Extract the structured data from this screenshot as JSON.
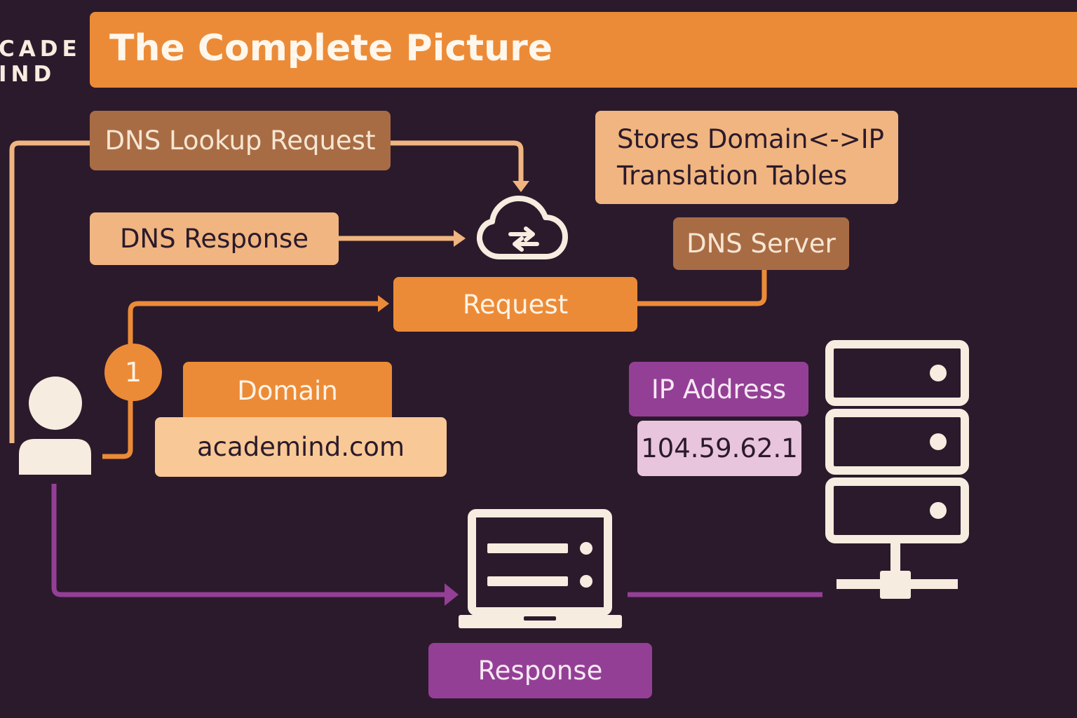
{
  "logo": {
    "line1": "CADE",
    "line2": "IND"
  },
  "header": {
    "title": "The Complete Picture"
  },
  "labels": {
    "dns_lookup_request": "DNS Lookup Request",
    "stores_line1": "Stores Domain<->IP",
    "stores_line2": "Translation Tables",
    "dns_response": "DNS Response",
    "dns_server": "DNS Server",
    "request": "Request",
    "step_number": "1",
    "domain": "Domain",
    "domain_value": "academind.com",
    "ip_address": "IP Address",
    "ip_value": "104.59.62.1",
    "response": "Response"
  },
  "icons": [
    "cloud-sync-icon",
    "user-icon",
    "laptop-icon",
    "server-rack-icon"
  ],
  "colors": {
    "background": "#2b1a2c",
    "orange": "#ec8b37",
    "peach": "#f0b580",
    "brown": "#a86c45",
    "purple": "#943f96",
    "pink": "#e8c4dd",
    "icon": "#f6ecdf"
  }
}
